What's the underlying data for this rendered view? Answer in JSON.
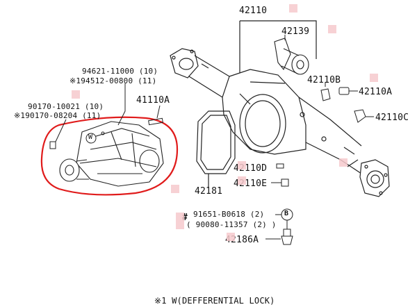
{
  "part_numbers": {
    "p42110": "42110",
    "p42139": "42139",
    "p94621": "94621-11000 (10)",
    "p194512": "※194512-00800 (11)",
    "p41110A": "41110A",
    "p90170": "90170-10021 (10)",
    "p190170": "※190170-08204 (11)",
    "p42110B": "42110B",
    "p42110A": "42110A",
    "p42110C": "42110C",
    "p42110D": "42110D",
    "p42110E": "42110E",
    "p42181": "42181",
    "p91651": "91651-B0618 (2)",
    "p90080": "( 90080-11357 (2) )",
    "p42186A": "42186A"
  },
  "callouts": {
    "W": "W",
    "B": "B",
    "hash": "#"
  },
  "footnote": "※1 W(DEFFERENTIAL LOCK)",
  "colors": {
    "highlight_circle": "#e01b1b",
    "marker": "#f6c9cc",
    "line": "#222222"
  }
}
